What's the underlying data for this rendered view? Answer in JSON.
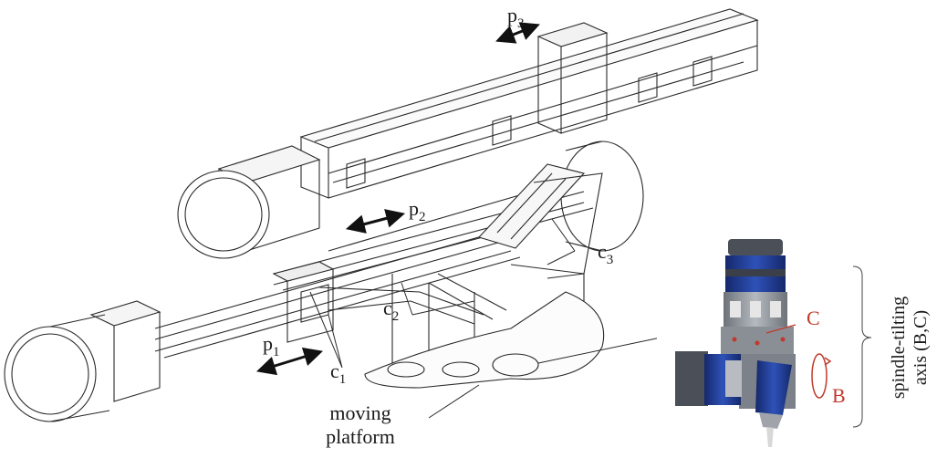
{
  "labels": {
    "p1": {
      "base": "p",
      "sub": "1"
    },
    "p2": {
      "base": "p",
      "sub": "2"
    },
    "p3": {
      "base": "p",
      "sub": "3"
    },
    "c1": {
      "base": "c",
      "sub": "1"
    },
    "c2": {
      "base": "c",
      "sub": "2"
    },
    "c3": {
      "base": "c",
      "sub": "3"
    },
    "moving_platform": [
      "moving",
      "platform"
    ],
    "axis_c": "C",
    "axis_b": "B",
    "spindle_tilting": [
      "spindle-tilting",
      "axis (B,C)"
    ]
  },
  "colors": {
    "line": "#2a2a2a",
    "motor_blue": "#1f3a8a",
    "motor_dark": "#3a3f4a",
    "axis_red": "#c0392b",
    "body_gray": "#8a8f96"
  }
}
